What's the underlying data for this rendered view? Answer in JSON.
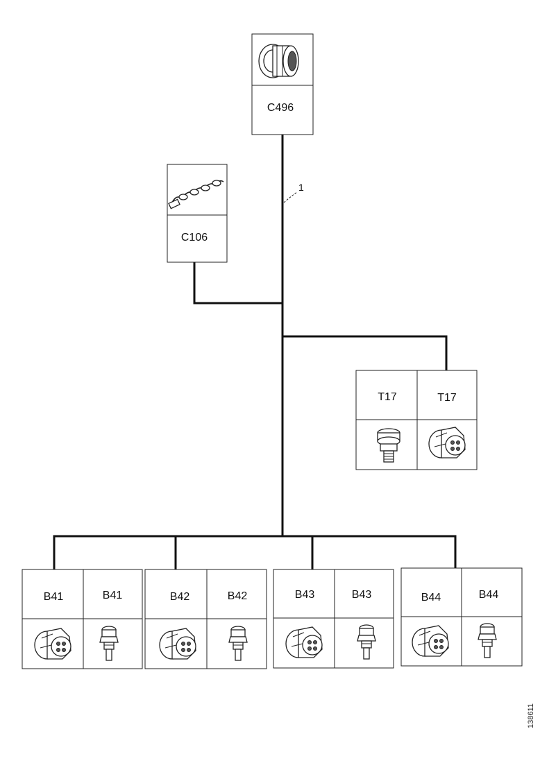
{
  "diagram": {
    "callout": "1",
    "drawing_id": "138611",
    "top_connectors": [
      {
        "label": "C496",
        "icon": "round-connector-icon"
      },
      {
        "label": "C106",
        "icon": "wire-harness-icon"
      }
    ],
    "t17_pair": [
      {
        "label": "T17",
        "icon": "pressure-sensor-icon"
      },
      {
        "label": "T17",
        "icon": "round-plug-connector-icon"
      }
    ],
    "bottom_pairs": [
      {
        "connector": "B41",
        "sensor": "B41"
      },
      {
        "connector": "B42",
        "sensor": "B42"
      },
      {
        "connector": "B43",
        "sensor": "B43"
      },
      {
        "connector": "B44",
        "sensor": "B44"
      }
    ],
    "bottom_icons": {
      "connector": "round-plug-connector-icon",
      "sensor": "temperature-sensor-icon"
    }
  }
}
